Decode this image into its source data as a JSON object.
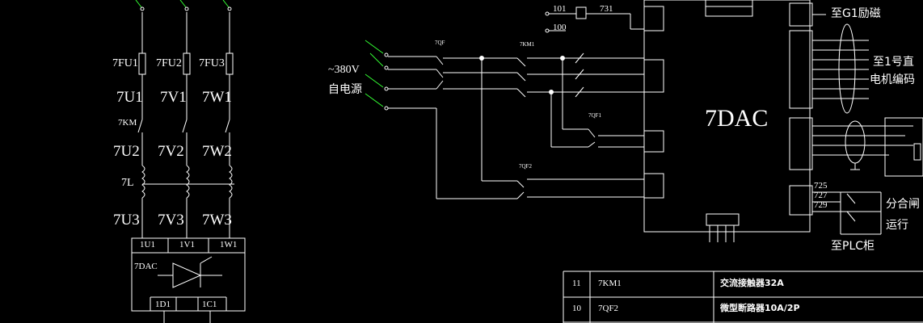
{
  "left": {
    "fuses": [
      "7FU1",
      "7FU2",
      "7FU3"
    ],
    "upper_phase": [
      "7U1",
      "7V1",
      "7W1"
    ],
    "contactor": "7KM",
    "mid_phase": [
      "7U2",
      "7V2",
      "7W2"
    ],
    "reactor": "7L",
    "lower_phase": [
      "7U3",
      "7V3",
      "7W3"
    ],
    "box_top_terminals": [
      "1U1",
      "1V1",
      "1W1"
    ],
    "box_label": "7DAC",
    "box_bottom_terminals": [
      "1D1",
      "1C1"
    ]
  },
  "middle": {
    "wire_top_a": "101",
    "wire_top_b": "731",
    "wire_top_c": "100",
    "supply_label": "~380V",
    "supply_label2": "自电源",
    "qf_main": "7QF",
    "km_main": "7KM1",
    "qf1": "7QF1",
    "qf2": "7QF2",
    "drive_name": "7DAC"
  },
  "right": {
    "g1_label": "至G1励磁",
    "motor_label1": "至1号直",
    "motor_label2": "电机编码",
    "terminals": [
      "725",
      "727",
      "729"
    ],
    "switch_label": "分合闸",
    "run_label": "运行",
    "plc_label": "至PLC柜"
  },
  "table": {
    "rows": [
      {
        "no": "11",
        "code": "7KM1",
        "desc": "交流接触器32A"
      },
      {
        "no": "10",
        "code": "7QF2",
        "desc": "微型断路器10A/2P"
      }
    ]
  }
}
